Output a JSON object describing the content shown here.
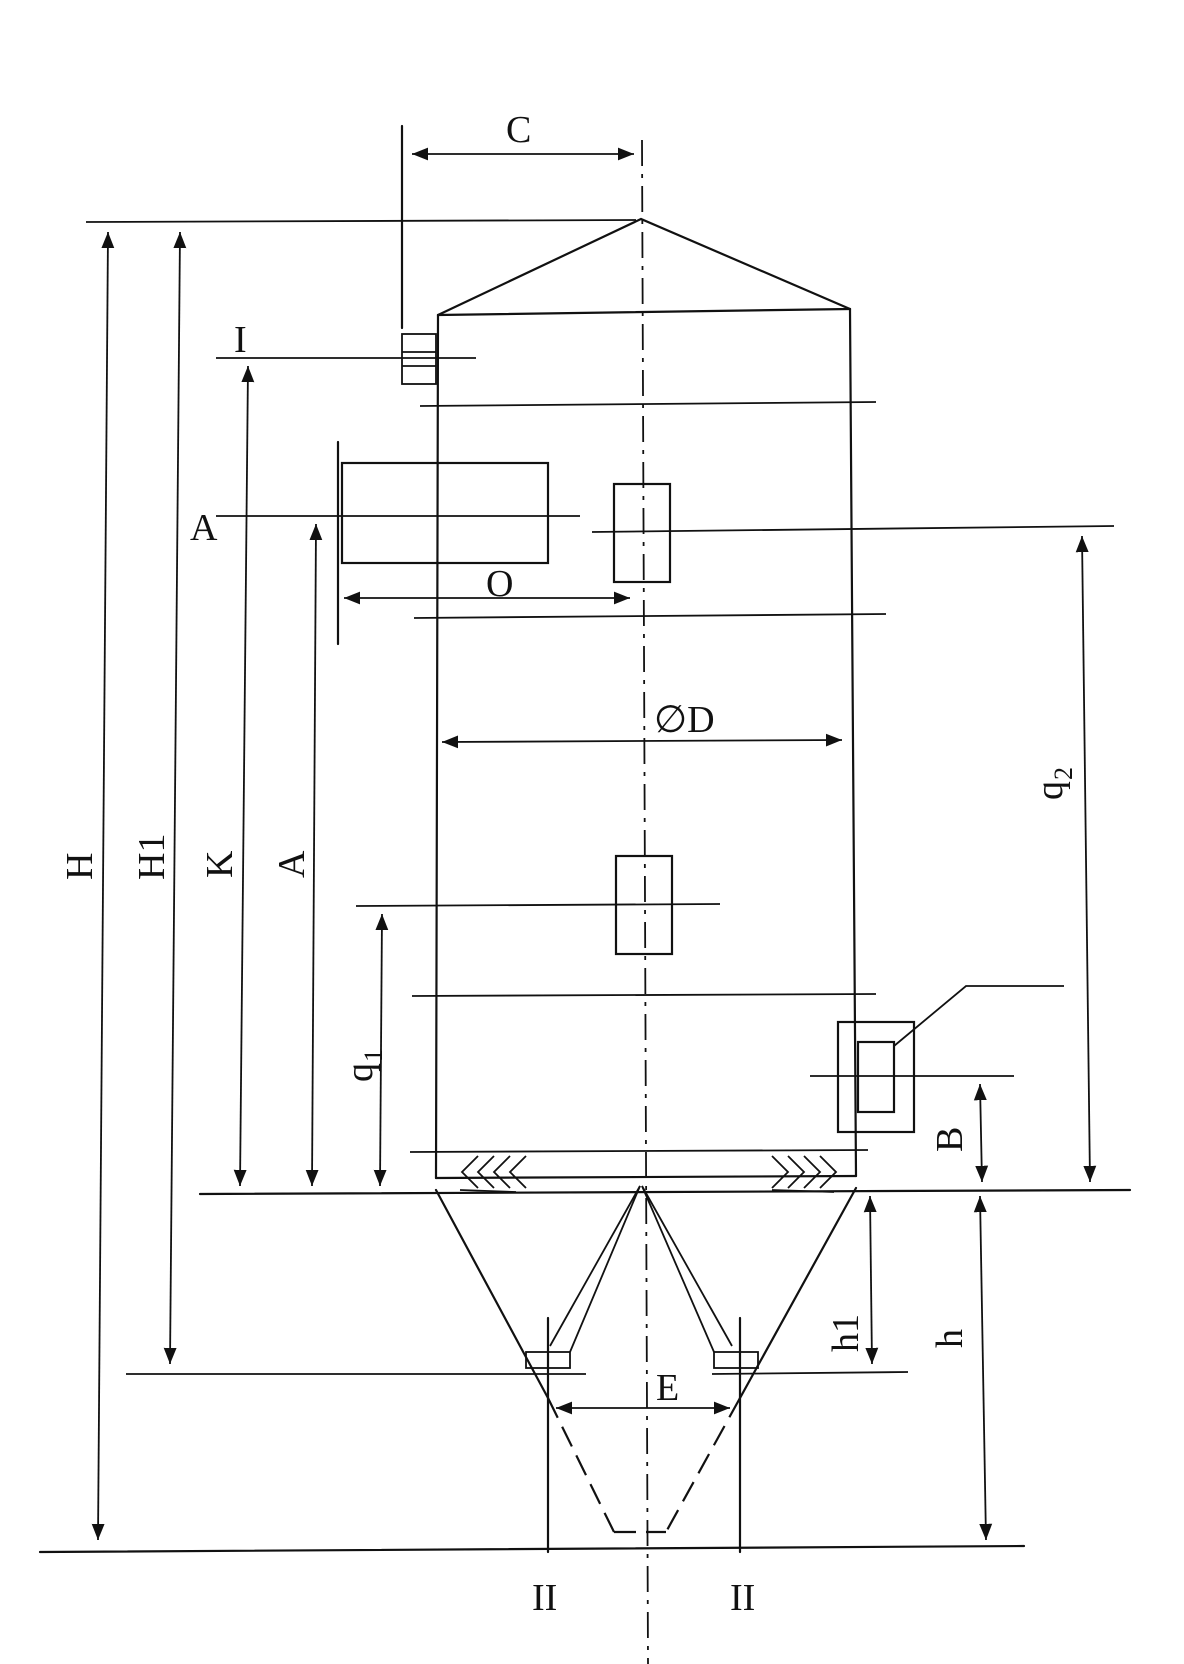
{
  "labels": {
    "C": "C",
    "I": "I",
    "A_top": "A",
    "O": "O",
    "D": "∅D",
    "q": "q",
    "q1_sub": "1",
    "q2_sub": "2",
    "H": "H",
    "H1": "H1",
    "K": "K",
    "A_dim": "A",
    "B": "B",
    "h1": "h1",
    "h": "h",
    "E": "E",
    "II_left": "II",
    "II_right": "II",
    "II_bottom": "II"
  }
}
